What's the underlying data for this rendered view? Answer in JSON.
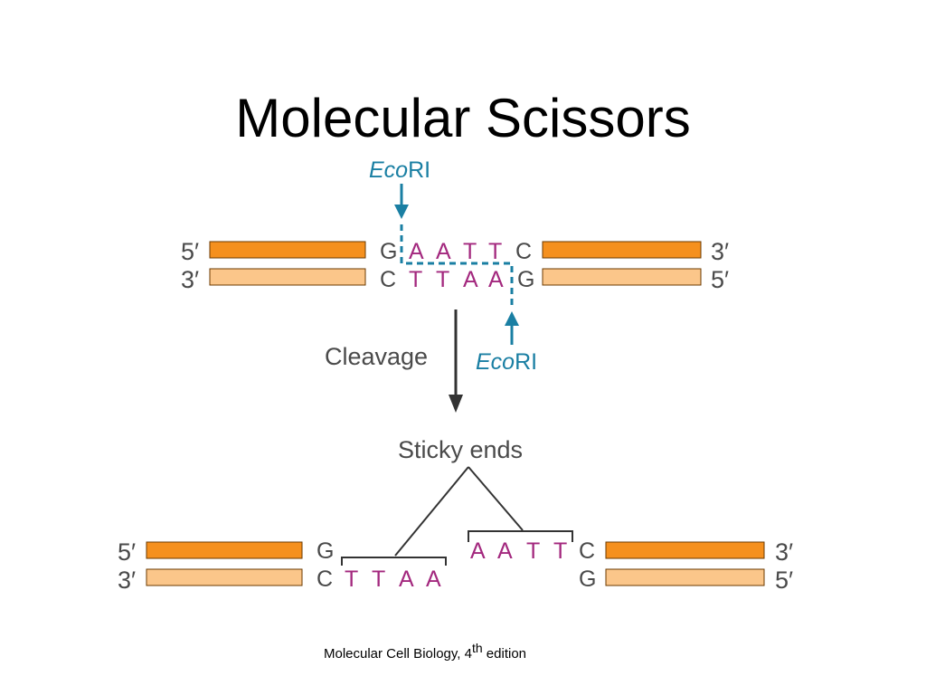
{
  "title": "Molecular Scissors",
  "enzyme": {
    "name_italic": "Eco",
    "name_roman": "RI"
  },
  "labels": {
    "cleavage": "Cleavage",
    "sticky_ends": "Sticky ends",
    "five_prime": "5′",
    "three_prime": "3′"
  },
  "recognition_site": {
    "top": [
      "G",
      "A",
      "A",
      "T",
      "T",
      "C"
    ],
    "bottom": [
      "C",
      "T",
      "T",
      "A",
      "A",
      "G"
    ]
  },
  "products": {
    "left_top": [
      "G"
    ],
    "left_bottom": [
      "C",
      "T",
      "T",
      "A",
      "A"
    ],
    "right_top": [
      "A",
      "A",
      "T",
      "T",
      "C"
    ],
    "right_bottom": [
      "G"
    ]
  },
  "citation": {
    "text": "Molecular Cell Biology, 4",
    "sup": "th",
    "tail": " edition"
  },
  "colors": {
    "strand_dark": "#f5901e",
    "strand_light": "#fbc68a",
    "enzyme": "#1a7fa3",
    "overhang_bases": "#a3287e",
    "labels": "#4a4a4a"
  }
}
